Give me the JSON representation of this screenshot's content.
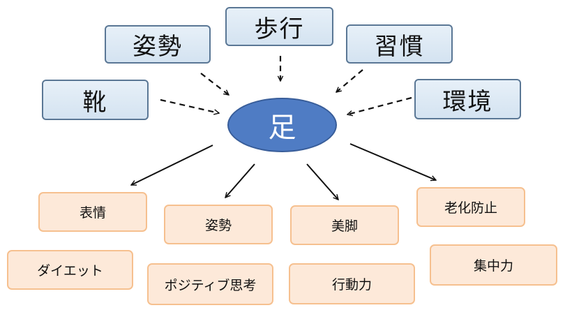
{
  "center": {
    "label": "足"
  },
  "causes": [
    {
      "id": "posture",
      "label": "姿勢"
    },
    {
      "id": "walking",
      "label": "歩行"
    },
    {
      "id": "habit",
      "label": "習慣"
    },
    {
      "id": "shoes",
      "label": "靴"
    },
    {
      "id": "environment",
      "label": "環境"
    }
  ],
  "effects": [
    {
      "id": "expression",
      "label": "表情"
    },
    {
      "id": "posture",
      "label": "姿勢"
    },
    {
      "id": "beautiful-legs",
      "label": "美脚"
    },
    {
      "id": "anti-aging",
      "label": "老化防止"
    },
    {
      "id": "diet",
      "label": "ダイエット"
    },
    {
      "id": "positive-thinking",
      "label": "ポジティブ思考"
    },
    {
      "id": "drive",
      "label": "行動力"
    },
    {
      "id": "concentration",
      "label": "集中力"
    }
  ],
  "colors": {
    "cause_fill": "#dbe7f3",
    "cause_border": "#5a7795",
    "effect_fill": "#fde9d9",
    "effect_border": "#f6c08f",
    "center_fill": "#4f7cc4",
    "arrow": "#111111"
  }
}
